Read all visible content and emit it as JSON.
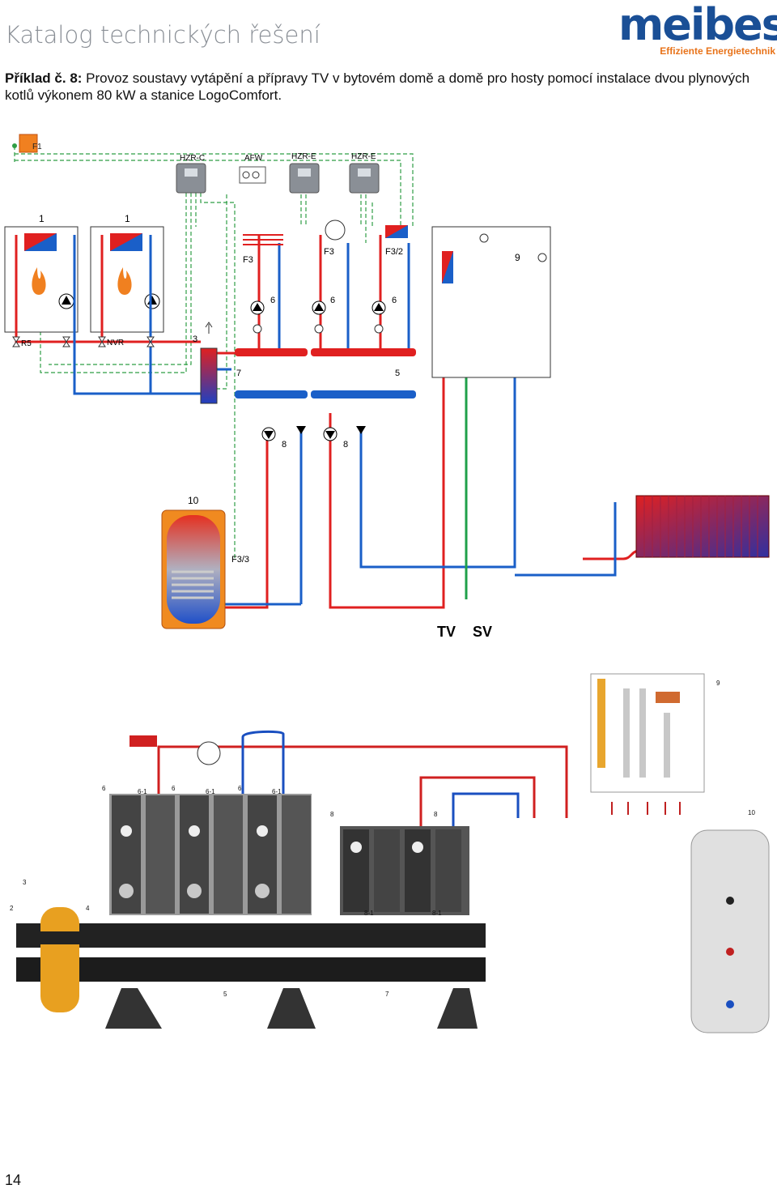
{
  "header": {
    "title": "Katalog technických řešení",
    "logo_text": "meibes",
    "logo_tagline": "Effiziente Energietechnik"
  },
  "caption": {
    "lead": "Příklad č. 8:",
    "text": " Provoz soustavy vytápění a přípravy TV v bytovém domě a domě pro hosty pomocí instalace dvou plynových kotlů výkonem 80 kW a stanice LogoComfort."
  },
  "schematic": {
    "labels": {
      "f1": "F1",
      "hzr_c": "HZR-C",
      "afw": "AFW",
      "hzr_e_1": "HZR-E",
      "hzr_e_2": "HZR-E",
      "boiler_1": "1",
      "boiler_2": "1",
      "f3_a": "F3",
      "f3_b": "F3",
      "f3_2": "F3/2",
      "station": "9",
      "r5": "R5",
      "nvr": "NVR",
      "separator": "3",
      "circuit_a": "6",
      "circuit_b": "6",
      "circuit_c": "6",
      "supply_header": "7",
      "return_header": "5",
      "loading_a": "8",
      "loading_b": "8",
      "tank": "10",
      "f3_3": "F3/3",
      "tv": "TV",
      "sv": "SV"
    },
    "colors": {
      "supply": "#e02020",
      "return": "#1a5fc8",
      "cold_water": "#1fa04a",
      "control": "#2f9e45"
    }
  },
  "photo_labels": {
    "l9": "9",
    "l6a": "6",
    "l61a": "6-1",
    "l6b": "6",
    "l61b": "6-1",
    "l6c": "6",
    "l61c": "6-1",
    "l8a": "8",
    "l8b": "8",
    "l10": "10",
    "l3": "3",
    "l2": "2",
    "l4": "4",
    "l81a": "8-1",
    "l81b": "8-1",
    "l5": "5",
    "l7": "7"
  },
  "footer": {
    "page_number": "14"
  }
}
